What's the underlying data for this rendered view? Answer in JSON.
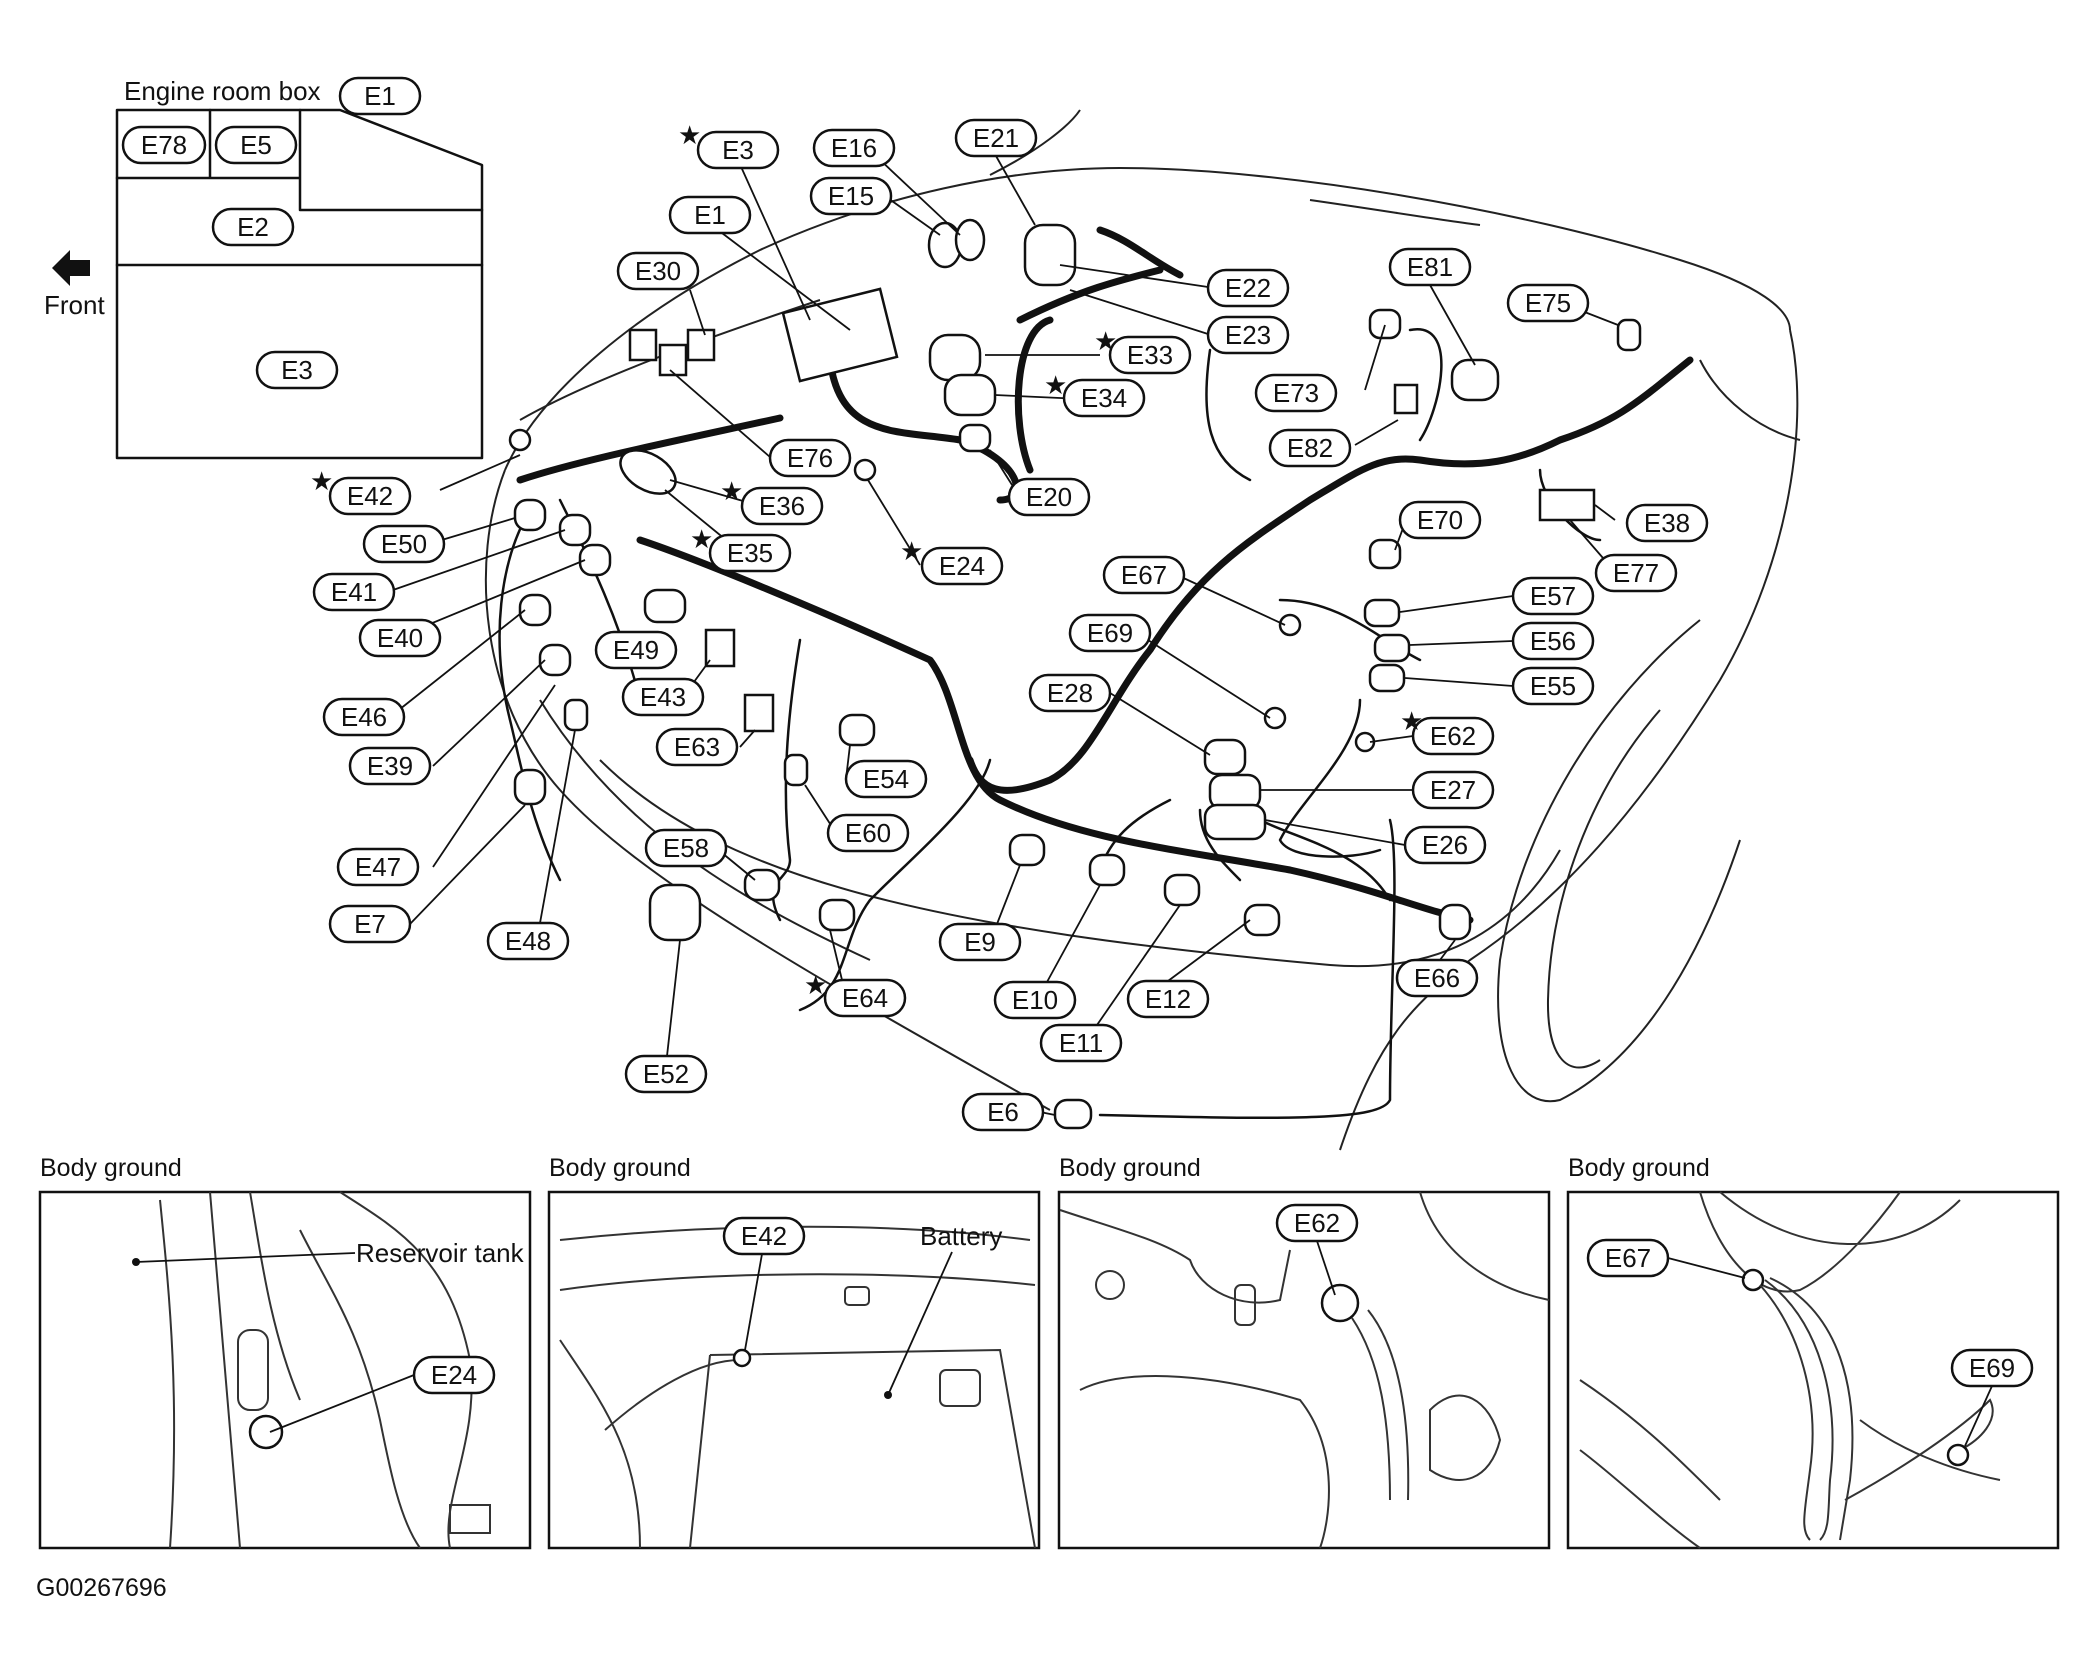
{
  "figure_code": "G00267696",
  "engine_room_box": {
    "title": "Engine room box",
    "title_code": "E1",
    "cells": [
      "E78",
      "E5",
      "E2",
      "E3"
    ],
    "front_label": "Front"
  },
  "connectors": [
    {
      "code": "E3",
      "star": true
    },
    {
      "code": "E16",
      "star": false
    },
    {
      "code": "E21",
      "star": false
    },
    {
      "code": "E15",
      "star": false
    },
    {
      "code": "E1",
      "star": false
    },
    {
      "code": "E22",
      "star": false
    },
    {
      "code": "E30",
      "star": false
    },
    {
      "code": "E23",
      "star": false
    },
    {
      "code": "E81",
      "star": false
    },
    {
      "code": "E75",
      "star": false
    },
    {
      "code": "E33",
      "star": true
    },
    {
      "code": "E73",
      "star": false
    },
    {
      "code": "E34",
      "star": true
    },
    {
      "code": "E82",
      "star": false
    },
    {
      "code": "E76",
      "star": false
    },
    {
      "code": "E42",
      "star": true
    },
    {
      "code": "E36",
      "star": true
    },
    {
      "code": "E20",
      "star": false
    },
    {
      "code": "E38",
      "star": false
    },
    {
      "code": "E70",
      "star": false
    },
    {
      "code": "E50",
      "star": false
    },
    {
      "code": "E35",
      "star": true
    },
    {
      "code": "E77",
      "star": false
    },
    {
      "code": "E24",
      "star": true
    },
    {
      "code": "E67",
      "star": false
    },
    {
      "code": "E41",
      "star": false
    },
    {
      "code": "E57",
      "star": false
    },
    {
      "code": "E40",
      "star": false
    },
    {
      "code": "E49",
      "star": false
    },
    {
      "code": "E69",
      "star": false
    },
    {
      "code": "E56",
      "star": false
    },
    {
      "code": "E55",
      "star": false
    },
    {
      "code": "E43",
      "star": false
    },
    {
      "code": "E28",
      "star": false
    },
    {
      "code": "E46",
      "star": false
    },
    {
      "code": "E62",
      "star": true
    },
    {
      "code": "E63",
      "star": false
    },
    {
      "code": "E39",
      "star": false
    },
    {
      "code": "E54",
      "star": false
    },
    {
      "code": "E27",
      "star": false
    },
    {
      "code": "E60",
      "star": false
    },
    {
      "code": "E47",
      "star": false
    },
    {
      "code": "E58",
      "star": false
    },
    {
      "code": "E26",
      "star": false
    },
    {
      "code": "E7",
      "star": false
    },
    {
      "code": "E9",
      "star": false
    },
    {
      "code": "E48",
      "star": false
    },
    {
      "code": "E66",
      "star": false
    },
    {
      "code": "E64",
      "star": true
    },
    {
      "code": "E10",
      "star": false
    },
    {
      "code": "E12",
      "star": false
    },
    {
      "code": "E11",
      "star": false
    },
    {
      "code": "E52",
      "star": false
    },
    {
      "code": "E6",
      "star": false
    }
  ],
  "panels": [
    {
      "title": "Body ground",
      "callouts": [
        "Reservoir tank",
        "E24"
      ]
    },
    {
      "title": "Body ground",
      "callouts": [
        "E42",
        "Battery"
      ]
    },
    {
      "title": "Body ground",
      "callouts": [
        "E62"
      ]
    },
    {
      "title": "Body ground",
      "callouts": [
        "E67",
        "E69"
      ]
    }
  ]
}
